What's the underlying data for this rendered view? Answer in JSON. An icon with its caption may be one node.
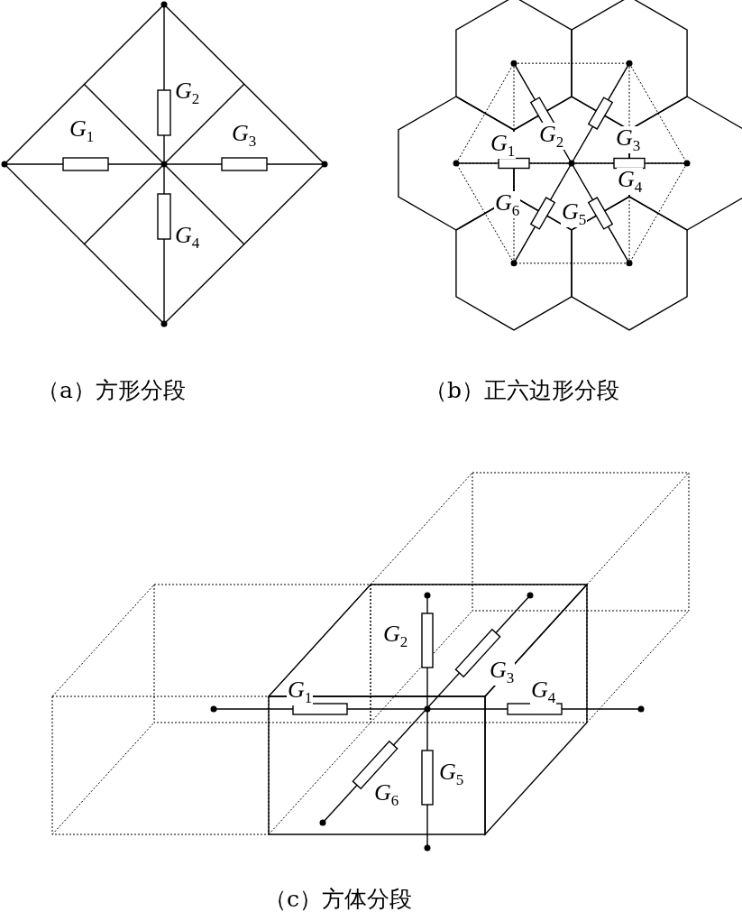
{
  "diagram": {
    "labels": [
      "*G*$_{2}$",
      "*G*$_{1}$",
      "*G*$_{3}$",
      "*G*$_{4}$",
      "*G*$_{1}$",
      "*G*$_{2}$",
      "*G*$_{3}$",
      "*G*$_{4}$",
      "*G*$_{6}$",
      "*G*$_{5}$",
      "（a）方形分段",
      "（b）正六边形分段",
      "*G*$_{2}$",
      "*G*$_{3}$",
      "*G*$_{1}$",
      "*G*$_{4}$",
      "*G*$_{6}$",
      "*G*$_{5}$",
      "（c）方体分段"
    ]
  }
}
